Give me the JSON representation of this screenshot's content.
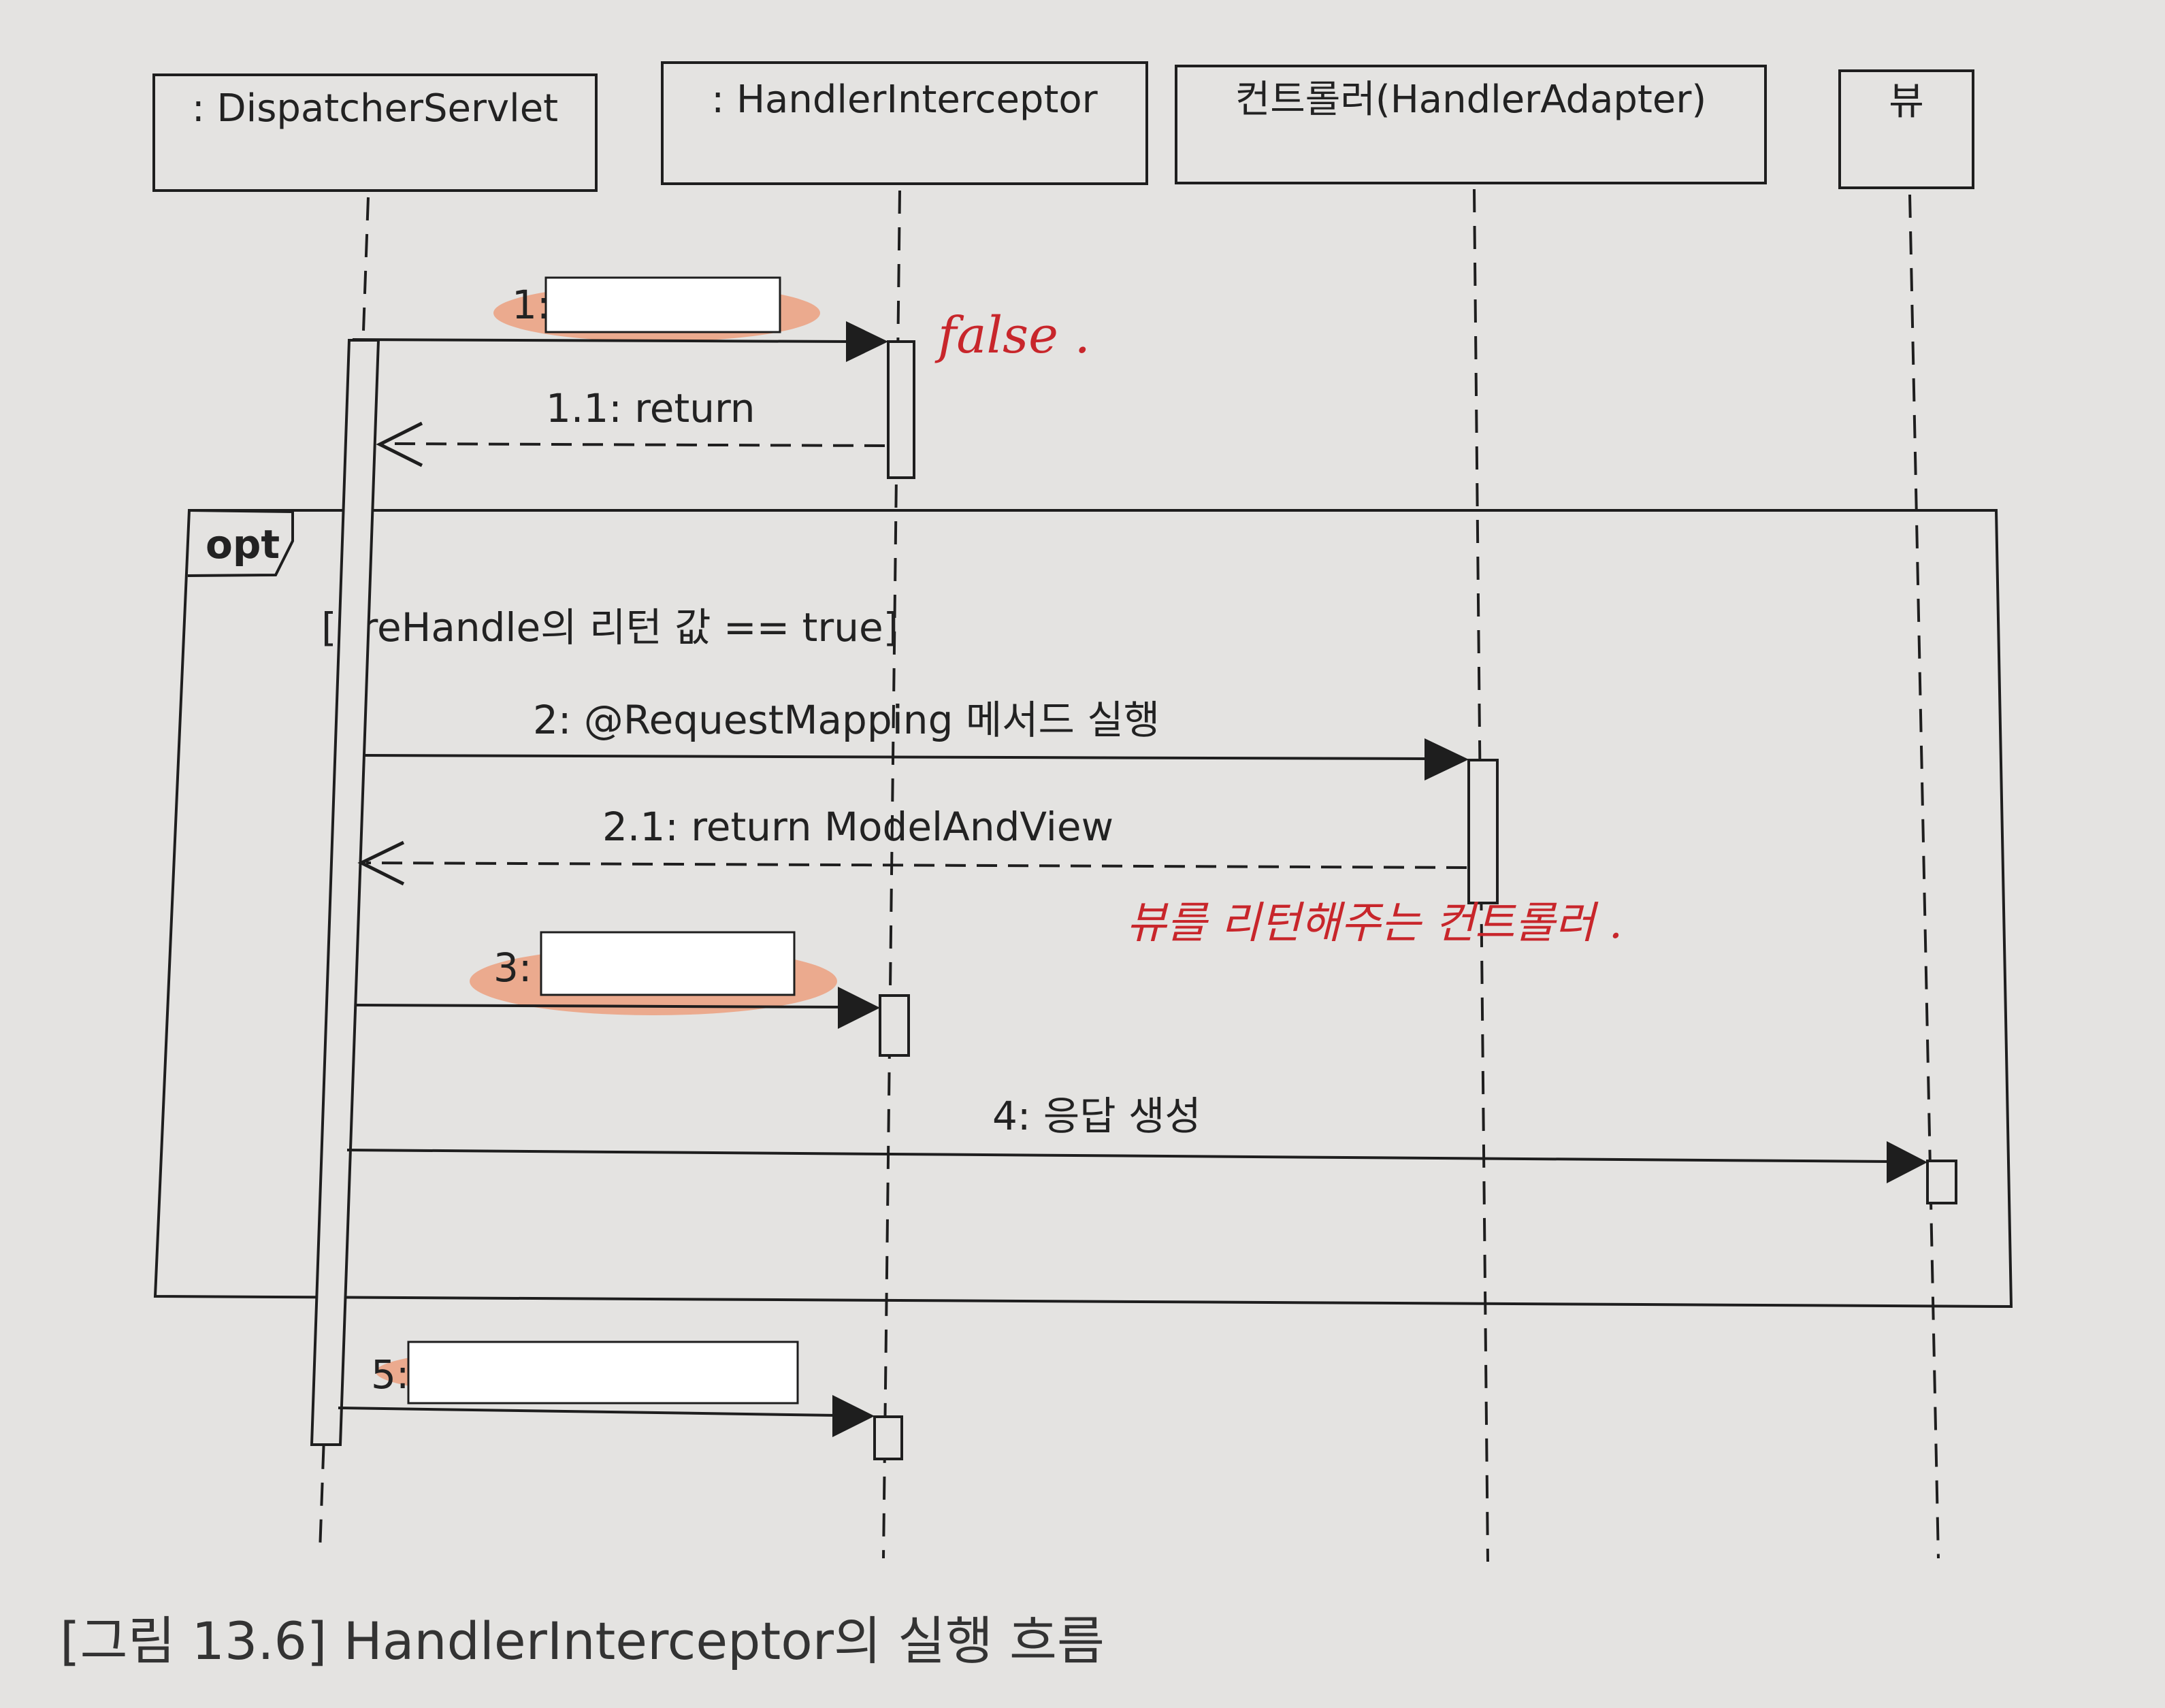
{
  "lifelines": [
    {
      "label": ": DispatcherServlet"
    },
    {
      "label": ": HandlerInterceptor"
    },
    {
      "label": "컨트롤러(HandlerAdapter)"
    },
    {
      "label": "뷰"
    }
  ],
  "messages": [
    {
      "label": "1:"
    },
    {
      "label": "1.1: return"
    },
    {
      "label": "2: @RequestMapping 메서드 실행"
    },
    {
      "label": "2.1: return ModelAndView"
    },
    {
      "label": "3:"
    },
    {
      "label": "4: 응답 생성"
    },
    {
      "label": "5:"
    }
  ],
  "fragment": {
    "operator": "opt",
    "guard": "[preHandle의 리턴 값 == true]"
  },
  "annotations": {
    "false_note": "false .",
    "controller_note": "뷰를 리턴해주는 컨트롤러 ."
  },
  "caption": "[그림 13.6] HandlerInterceptor의 실행 흐름",
  "colors": {
    "ink": "#1e1e1e",
    "paper": "#e4e3e1",
    "handwriting": "#c8262b",
    "highlighter": "#ec9b79"
  }
}
